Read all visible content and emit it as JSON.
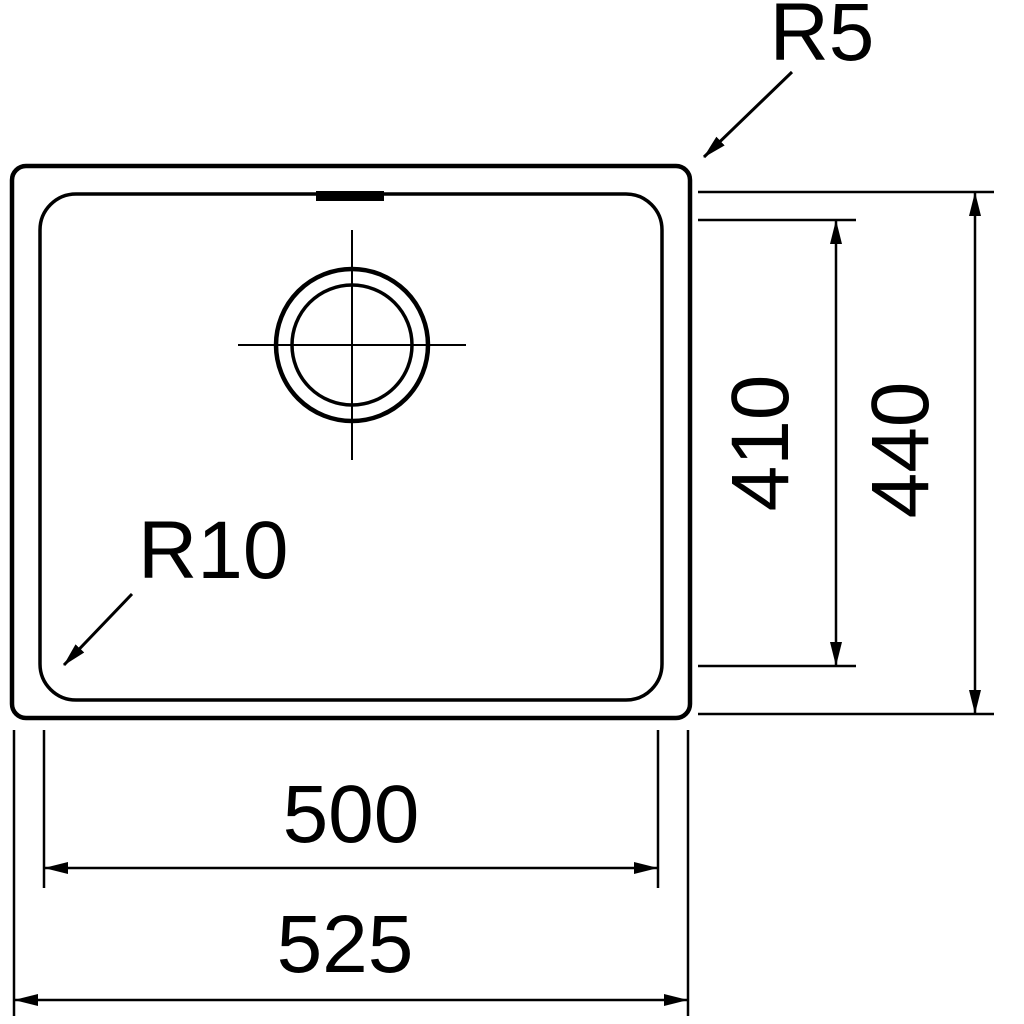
{
  "labels": {
    "outer_corner_radius": "R5",
    "inner_corner_radius": "R10"
  },
  "dimensions": {
    "bowl_depth": "410",
    "overall_depth": "440",
    "bowl_width": "500",
    "overall_width": "525"
  },
  "colors": {
    "line": "#000000",
    "background": "#ffffff"
  }
}
